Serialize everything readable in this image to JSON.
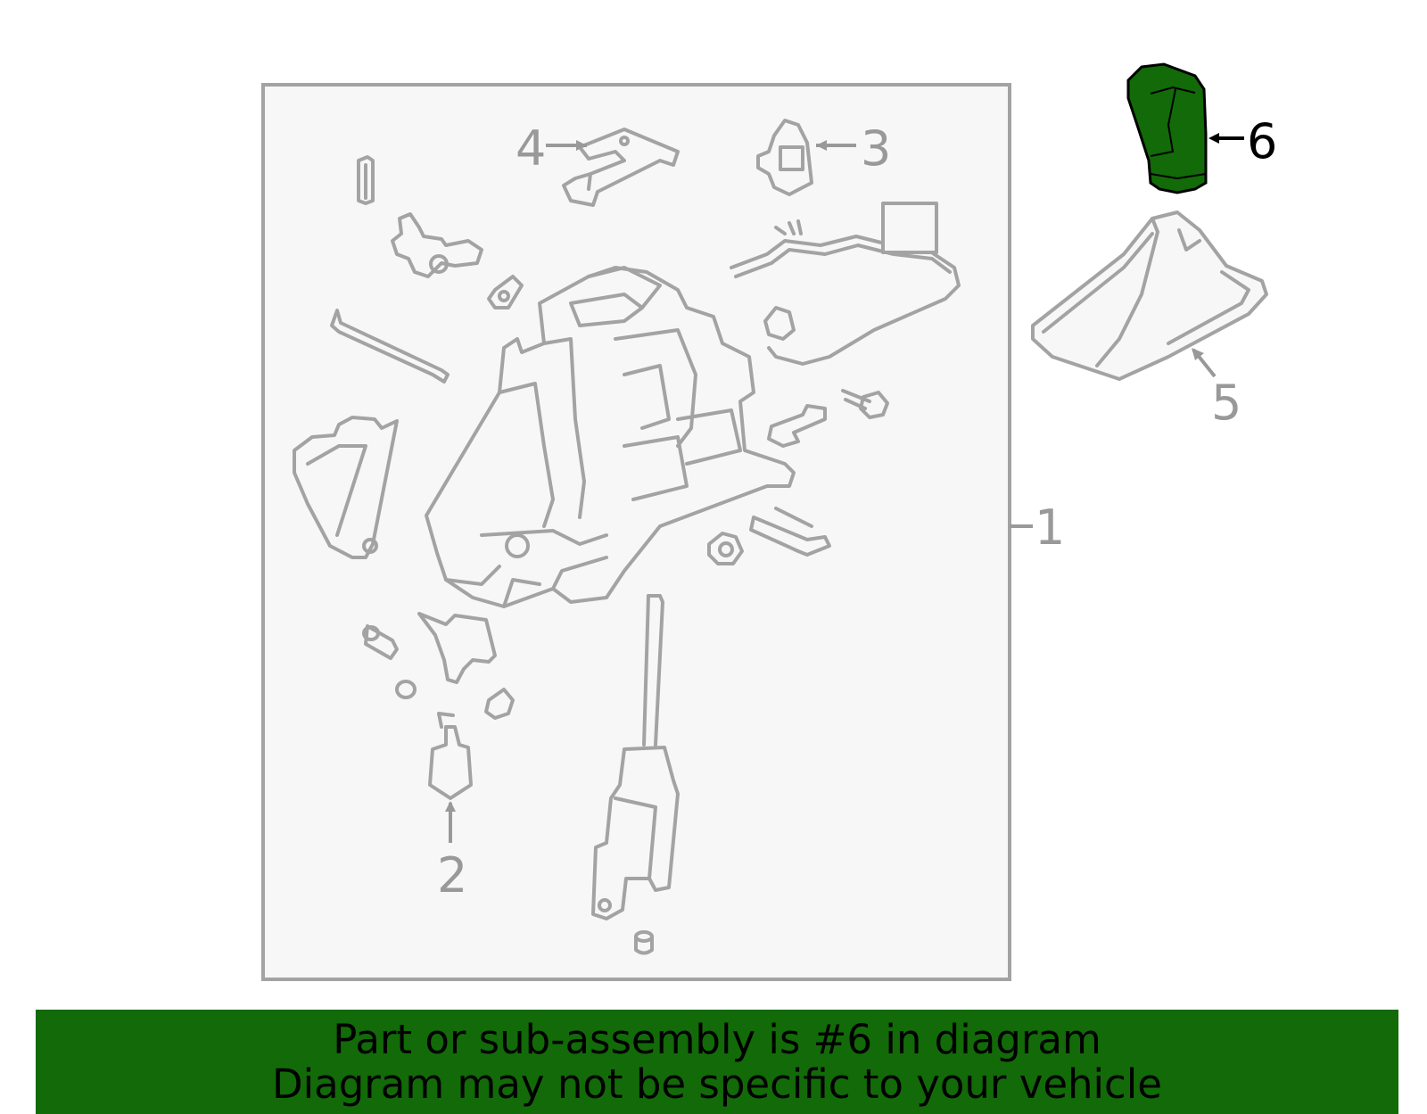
{
  "callouts": {
    "c1": "1",
    "c2": "2",
    "c3": "3",
    "c4": "4",
    "c5": "5",
    "c6": "6"
  },
  "highlighted_part": "6",
  "colors": {
    "highlight": "#126a08",
    "line": "#a3a3a3",
    "box_fill": "#f7f7f7"
  },
  "banner": {
    "line1": "Part or sub-assembly is #6 in diagram",
    "line2": "Diagram may not be specific to your vehicle"
  }
}
